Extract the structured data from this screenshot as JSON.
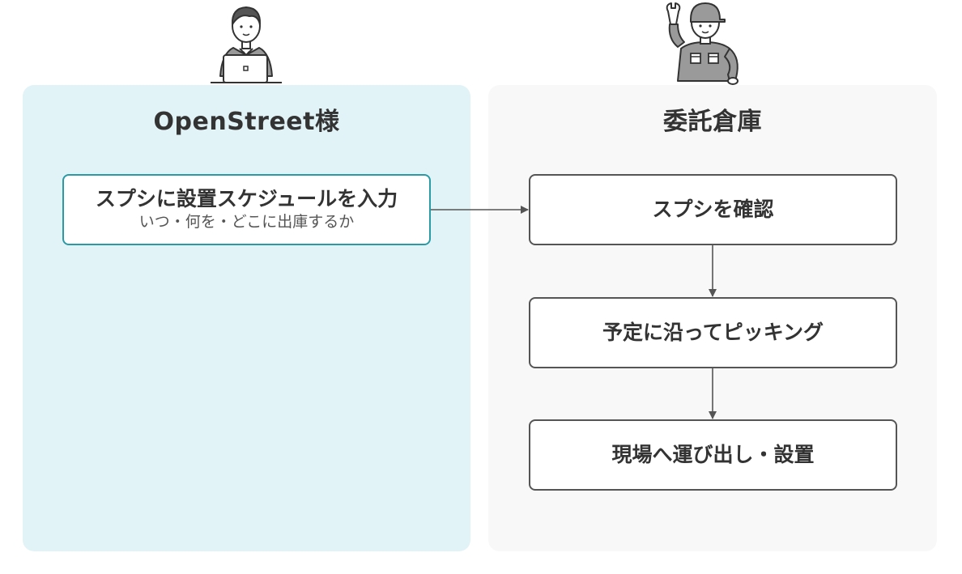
{
  "lanes": {
    "client": {
      "title": "OpenStreet様",
      "icon": "office-worker-laptop-icon",
      "color": "#e1f3f7"
    },
    "warehouse": {
      "title": "委託倉庫",
      "icon": "warehouse-worker-wrench-icon",
      "color": "#f8f8f8"
    }
  },
  "steps": [
    {
      "title": "スプシに設置スケジュールを入力",
      "subtitle": "いつ・何を・どこに出庫するか"
    },
    {
      "title": "スプシを確認"
    },
    {
      "title": "予定に沿ってピッキング"
    },
    {
      "title": "現場へ運び出し・設置"
    }
  ],
  "colors": {
    "accent_border": "#2a9aa4",
    "box_border": "#555555",
    "arrow": "#555555",
    "text": "#333333"
  }
}
